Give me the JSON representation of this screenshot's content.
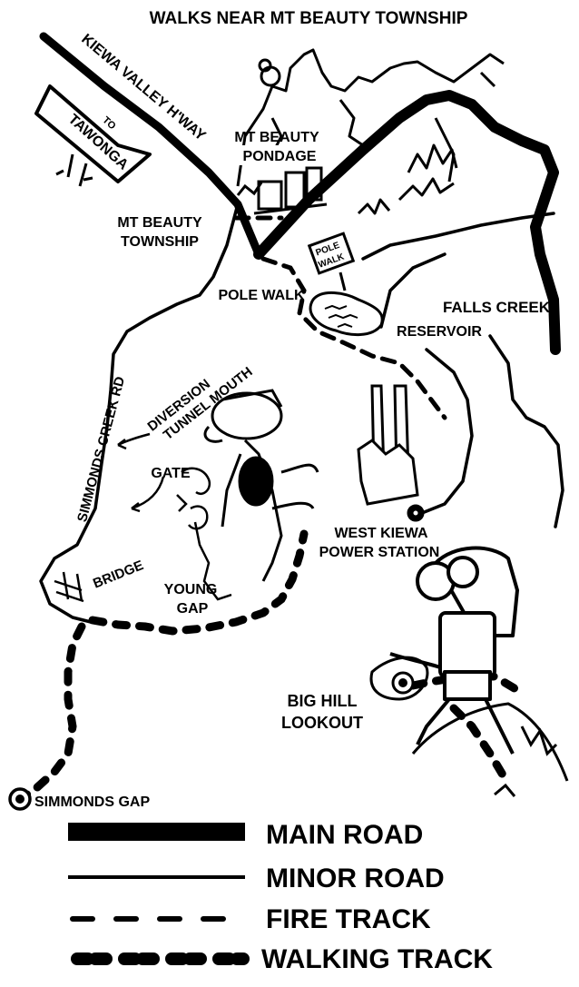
{
  "title": "WALKS NEAR MT BEAUTY TOWNSHIP",
  "signpost": {
    "to": "TO",
    "place": "TAWONGA"
  },
  "labels": {
    "highway": "KIEWA VALLEY H'WAY",
    "pondage_1": "MT BEAUTY",
    "pondage_2": "PONDAGE",
    "township_1": "MT BEAUTY",
    "township_2": "TOWNSHIP",
    "pole_walk": "POLE WALK",
    "pole_walk_sign_1": "POLE",
    "pole_walk_sign_2": "WALK",
    "falls_creek": "FALLS CREEK",
    "reservoir": "RESERVOIR",
    "simmonds_creek_rd": "SIMMONDS CREEK RD",
    "diversion_1": "DIVERSION",
    "diversion_2": "TUNNEL MOUTH",
    "gate": "GATE",
    "bridge": "BRIDGE",
    "young_gap_1": "YOUNG",
    "young_gap_2": "GAP",
    "power_station_1": "WEST KIEWA",
    "power_station_2": "POWER STATION",
    "big_hill_1": "BIG HILL",
    "big_hill_2": "LOOKOUT",
    "simmonds_gap": "SIMMONDS GAP"
  },
  "legend": [
    {
      "key": "main_road",
      "label": "MAIN ROAD"
    },
    {
      "key": "minor_road",
      "label": "MINOR ROAD"
    },
    {
      "key": "fire_track",
      "label": "FIRE TRACK"
    },
    {
      "key": "walking_track",
      "label": "WALKING TRACK"
    }
  ],
  "colors": {
    "ink": "#000000",
    "paper": "#ffffff"
  }
}
